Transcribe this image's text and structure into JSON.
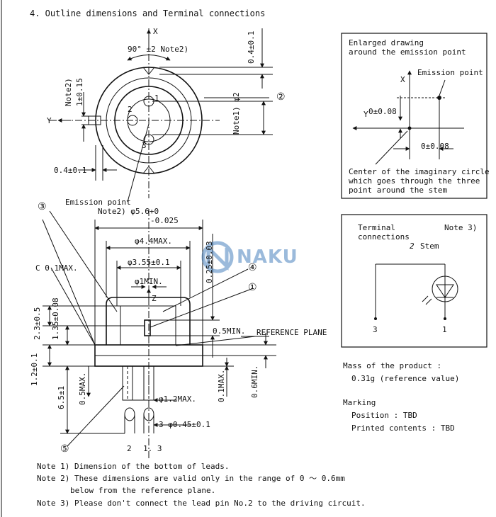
{
  "heading": "4. Outline dimensions and Terminal connections",
  "watermark": {
    "text": "NAKU",
    "color": "#3a78b8"
  },
  "top_view": {
    "x_axis": "X",
    "y_axis": "Y",
    "angle": "90° ±2 Note2)",
    "dim_04_right": "0.4±0.1",
    "note2_vertical": "Note2)",
    "dim_1_015": "1±0.15",
    "dim_04_bottom": "0.4±0.1",
    "note1_phi2": "Note1) φ2",
    "pin1": "1",
    "pin2": "2",
    "pin3": "3",
    "callout_2": "②"
  },
  "side_view": {
    "emission_point": "Emission point",
    "note2_dia": "Note2) φ5.6+0",
    "tol": "-0.025",
    "dia_44": "φ4.4MAX.",
    "dia_355": "φ3.55±0.1",
    "dia_1min": "φ1MIN.",
    "z_axis": "Z",
    "c_01": "C 0.1MAX.",
    "h_23": "2.3±0.5",
    "h_135": "1.35±0.08",
    "h_12": "1.2±0.1",
    "h_65": "6.5±1",
    "h_05max": "0.5MAX.",
    "h_025": "0.25±0.03",
    "h_05min": "0.5MIN.",
    "ref_plane": "REFERENCE PLANE",
    "h_01max": "0.1MAX.",
    "h_06min": "0.6MIN.",
    "dia_12": "φ1.2MAX.",
    "leads": "3-φ0.45±0.1",
    "lead_2": "2",
    "lead_13": "1. 3",
    "callout_1": "①",
    "callout_3": "③",
    "callout_4": "④",
    "callout_5": "⑤"
  },
  "enlarged": {
    "title_line1": "Enlarged drawing",
    "title_line2": "around the emission point",
    "x_axis": "X",
    "y_axis": "Y",
    "emission_point": "Emission point",
    "dim_v": "0±0.08",
    "dim_h": "0±0.08",
    "caption_line1": "Center of the imaginary circle",
    "caption_line2": "which goes through the three",
    "caption_line3": "point around the stem"
  },
  "terminal": {
    "title_line1": "Terminal",
    "title_line2": "connections",
    "note": "Note 3)",
    "stem_label": "Stem",
    "stem_num": "2",
    "pin3": "3",
    "pin1": "1"
  },
  "mass": {
    "label": "Mass of the product :",
    "value": "0.31g (reference value)"
  },
  "marking": {
    "label": "Marking",
    "position": "Position : TBD",
    "printed": "Printed contents : TBD"
  },
  "notes": {
    "note1": "Note 1) Dimension of the bottom of leads.",
    "note2a": "Note 2) These dimensions are valid only in the range of 0 ～ 0.6mm",
    "note2b": "below from the reference plane.",
    "note3": "Note 3) Please don't connect the lead pin No.2 to the driving circuit."
  }
}
